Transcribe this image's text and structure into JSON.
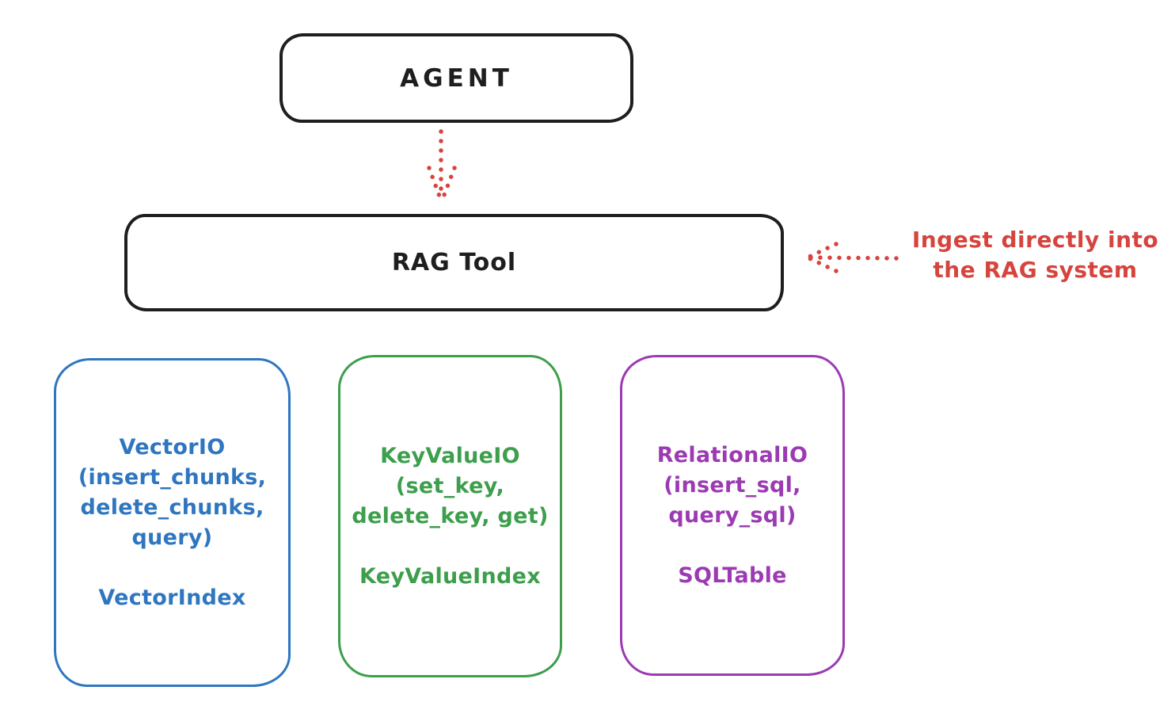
{
  "diagram": {
    "agent_box": {
      "label": "AGENT"
    },
    "rag_tool_box": {
      "label": "RAG Tool"
    },
    "annotation": {
      "line1": "Ingest directly into",
      "line2": "the RAG system",
      "color": "#d6443e"
    },
    "arrows": [
      {
        "name": "agent-to-rag-tool",
        "direction": "down",
        "style": "dotted",
        "color": "#d6443e"
      },
      {
        "name": "annotation-to-rag-tool",
        "direction": "left",
        "style": "dotted",
        "color": "#d6443e"
      }
    ],
    "storage_boxes": [
      {
        "id": "vector-io",
        "color": "#2f76c0",
        "lines": [
          "VectorIO",
          "(insert_chunks,",
          "delete_chunks,",
          "query)"
        ],
        "index_label": "VectorIndex"
      },
      {
        "id": "keyvalue-io",
        "color": "#3d9e4c",
        "lines": [
          "KeyValueIO",
          "(set_key,",
          "delete_key, get)"
        ],
        "index_label": "KeyValueIndex"
      },
      {
        "id": "relational-io",
        "color": "#9c3ab3",
        "lines": [
          "RelationalIO",
          "(insert_sql,",
          "query_sql)"
        ],
        "index_label": "SQLTable"
      }
    ],
    "colors": {
      "stroke": "#1e1e1e",
      "red": "#d6443e",
      "blue": "#2f76c0",
      "green": "#3d9e4c",
      "purple": "#9c3ab3",
      "background": "#ffffff"
    }
  }
}
